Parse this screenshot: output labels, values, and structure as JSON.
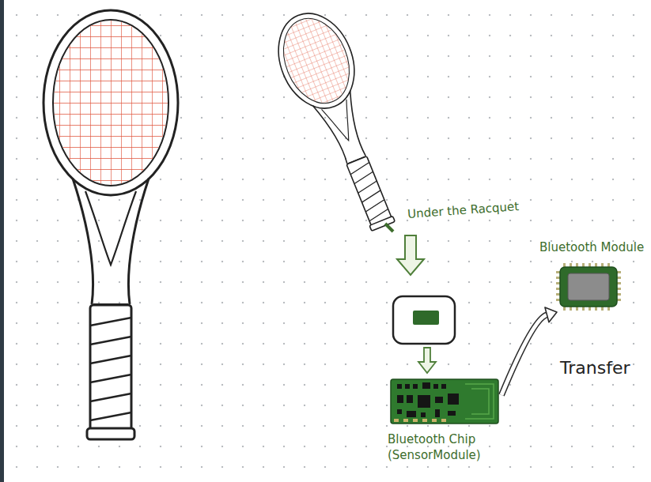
{
  "diagram": {
    "nodes": [
      {
        "text": [
          "Bluetooth Chip (SensorModule)"
        ]
      },
      {
        "text": [
          "Bluetooth Module"
        ]
      }
    ],
    "edges": [
      {
        "from": 0,
        "to": 1,
        "arrow": "to",
        "label": "Transfer"
      }
    ],
    "labels": [
      "Under the Racquet"
    ]
  }
}
